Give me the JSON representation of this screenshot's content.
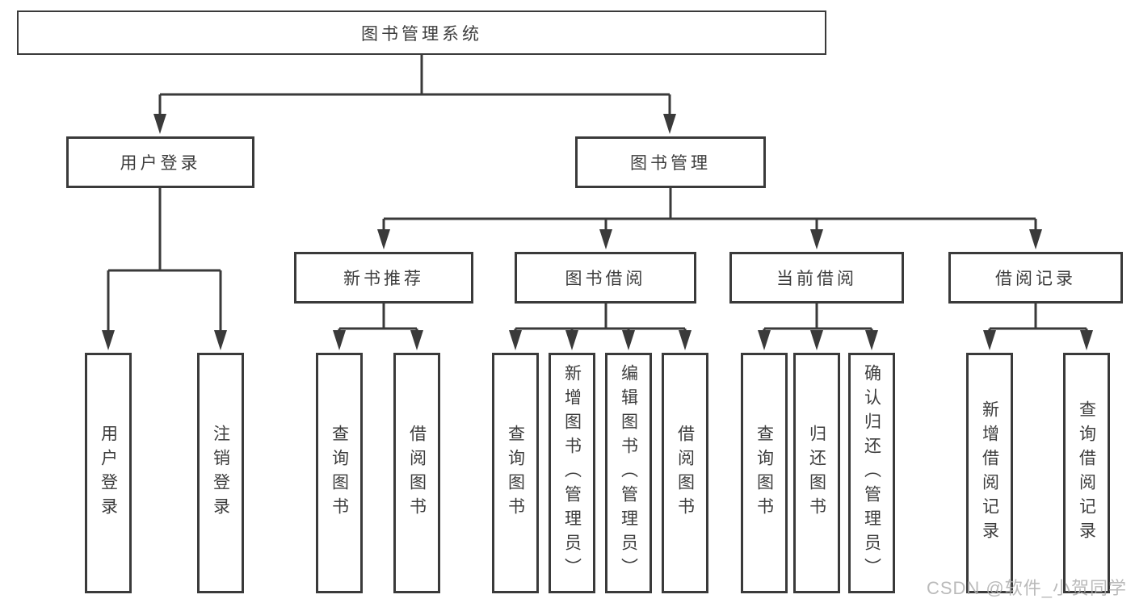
{
  "root": {
    "label": "图书管理系统"
  },
  "level2": [
    {
      "label": "用户登录"
    },
    {
      "label": "图书管理"
    }
  ],
  "level3": [
    {
      "label": "新书推荐"
    },
    {
      "label": "图书借阅"
    },
    {
      "label": "当前借阅"
    },
    {
      "label": "借阅记录"
    }
  ],
  "leaves": {
    "login": [
      "用户登录",
      "注销登录"
    ],
    "recommend": [
      "查询图书",
      "借阅图书"
    ],
    "borrow": [
      "查询图书",
      "新增图书（管理员）",
      "编辑图书（管理员）",
      "借阅图书"
    ],
    "current": [
      "查询图书",
      "归还图书",
      "确认归还（管理员）"
    ],
    "records": [
      "新增借阅记录",
      "查询借阅记录"
    ]
  },
  "watermark": "CSDN @软件_小贺同学",
  "colors": {
    "line": "#3a3a3a",
    "text": "#3d3d3d",
    "box_fill": "#ffffff",
    "watermark": "#aeaeae"
  }
}
